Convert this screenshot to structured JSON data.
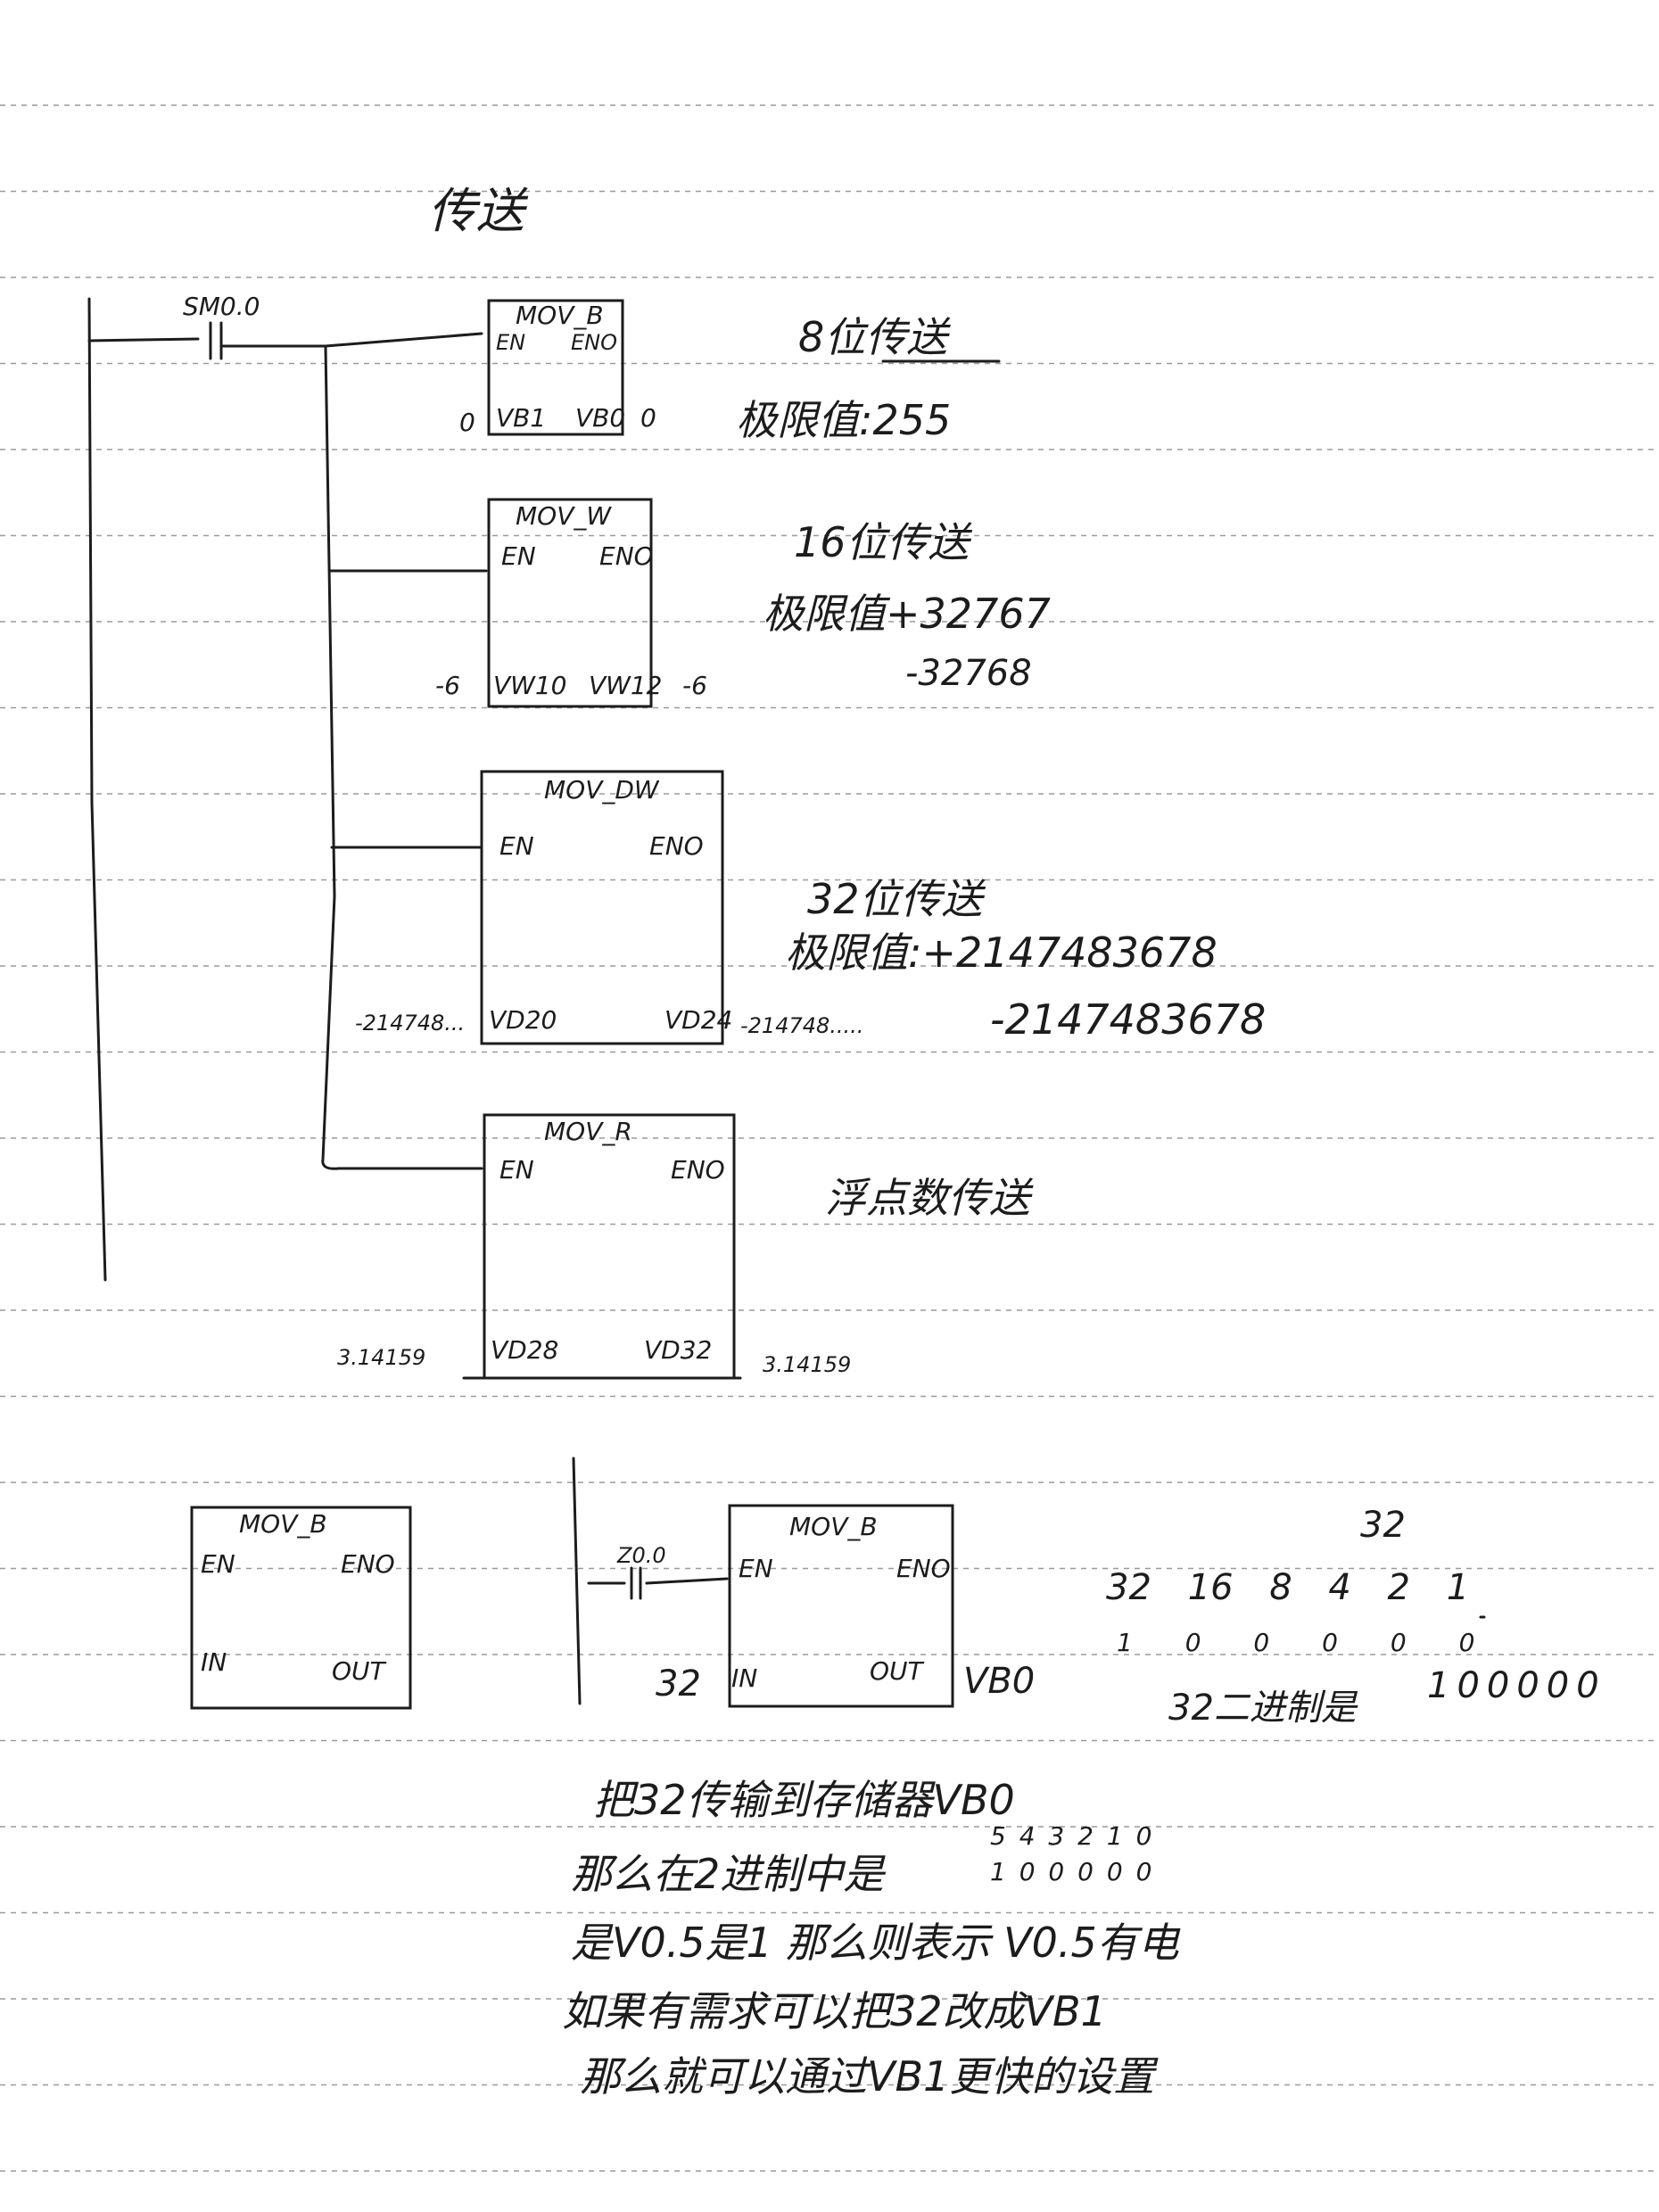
{
  "title": "传送",
  "colors": {
    "ink": "#1c1c1c",
    "ruled_line": "#9a9a9a",
    "paper": "#ffffff"
  },
  "ladder1": {
    "contact": "SM0.0",
    "blocks": [
      {
        "name": "MOV_B",
        "en": "EN",
        "eno": "ENO",
        "in": "VB1",
        "out": "VB0",
        "in_value": "0",
        "out_value": "0",
        "note_title": "8位传送",
        "note_limit": "极限值:255"
      },
      {
        "name": "MOV_W",
        "en": "EN",
        "eno": "ENO",
        "in": "VW10",
        "out": "VW12",
        "in_value": "-6",
        "out_value": "-6",
        "note_title": "16位传送",
        "note_limit": "极限值+32767",
        "note_limit2": "-32768"
      },
      {
        "name": "MOV_DW",
        "en": "EN",
        "eno": "ENO",
        "in": "VD20",
        "out": "VD24",
        "in_value": "-214748...",
        "out_value": "-214748.....",
        "note_title": "32位传送",
        "note_limit": "极限值:+2147483678",
        "note_limit2": "-2147483678"
      },
      {
        "name": "MOV_R",
        "en": "EN",
        "eno": "ENO",
        "in": "VD28",
        "out": "VD32",
        "in_value": "3.14159",
        "out_value": "3.14159",
        "note_title": "浮点数传送"
      }
    ]
  },
  "generic_block": {
    "name": "MOV_B",
    "en": "EN",
    "eno": "ENO",
    "in": "IN",
    "out": "OUT"
  },
  "ladder2": {
    "contact": "Z0.0",
    "block": {
      "name": "MOV_B",
      "en": "EN",
      "eno": "ENO",
      "in": "IN",
      "out": "OUT",
      "in_value": "32",
      "out_value": "VB0"
    }
  },
  "binary_calc": {
    "top": "32",
    "weights": "32 16 8 4 2 1",
    "bits": "1 0 0 0 0 0",
    "label": "32二进制是",
    "result": "100000"
  },
  "notes": {
    "line1": "把32传输到存储器VB0",
    "line2": "那么在2进制中是",
    "bit_index": "5 4 3 2 1 0",
    "bit_value": "1 0 0 0 0 0",
    "line3": "是V0.5是1 那么则表示 V0.5有电",
    "line4": "如果有需求可以把32改成VB1",
    "line5": "那么就可以通过VB1更快的设置"
  }
}
